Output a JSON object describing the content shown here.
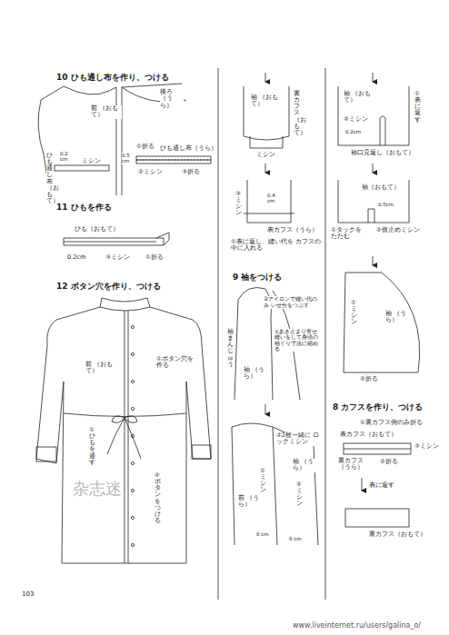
{
  "diagram": {
    "labels": [
      "10 ひも通し布を作り、つける",
      "後ろ （うら）",
      "前 （おもて）",
      "ひも通し布（おもて）",
      "0.2 cm",
      "ミシン",
      "①折る",
      "ひも通し布（うら）",
      "0.5 cm",
      "②ミシン",
      "③折る",
      "11 ひもを作る",
      "ひも（おもて）",
      "0.2cm",
      "③ミシン",
      "①折る",
      "12 ボタン穴を作り、つける",
      "前 （おもて）",
      "①ボタン穴を 作る",
      "①ひもを通す",
      "②ボタンをつける",
      "杂志迷",
      "103",
      "袖 （おもて）",
      "裏カフス（おもて）",
      "ミシン",
      "0.4 cm",
      "③ミシン",
      "表カフス（うら）",
      "①表に返し、縫い代を カフスの中に入れる",
      "9 袖をつける",
      "②アイロンで縫い代のみ いせ分をつぶす",
      "①あき止まり寄せ縫いをして身頃の袖ぐり寸法に縮める",
      "袖まんじゅう",
      "袖 （うら）",
      "②2枚一緒に ロックミシン",
      "袖 （うら）",
      "①ミシン",
      "②ミシン",
      "前 （うら）",
      "8 cm",
      "8 cm",
      "袖 （おもて）",
      "①表に返す",
      "②ミシン",
      "0.2cm",
      "袖口見返し（おもて）",
      "袖（おもて）",
      "0.5cm",
      "①タックを たたむ",
      "②仮止めミシン",
      "袖 （うら）",
      "①ミシン",
      "②折る",
      "8 カフスを作り、つける",
      "①裏カフス側のみ折る",
      "表カフス（おもて）",
      "裏カフス （うら）",
      "②折る",
      "③ミシン",
      "表に返す",
      "裏カフス（おもて）",
      "www.liveinternet.ru/users/galina_o/"
    ]
  }
}
